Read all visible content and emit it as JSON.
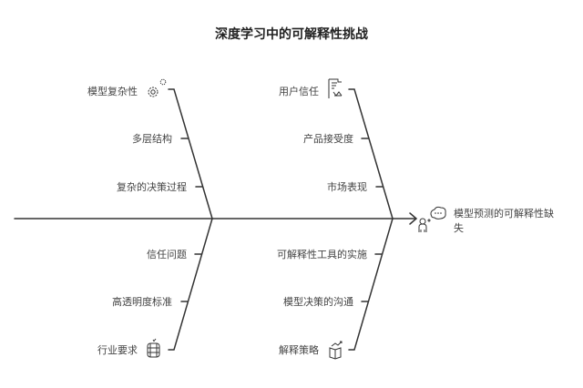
{
  "title": "深度学习中的可解释性挑战",
  "effect": {
    "line1": "模型预测的可解释性缺",
    "line2": "失",
    "icon": "person-thinking-icon"
  },
  "branches": [
    {
      "label": "模型复杂性",
      "icon": "gear-icon",
      "causes": [
        "多层结构",
        "复杂的决策过程"
      ]
    },
    {
      "label": "用户信任",
      "icon": "certificate-icon",
      "causes": [
        "产品接受度",
        "市场表现"
      ]
    },
    {
      "label": "行业要求",
      "icon": "database-icon",
      "causes": [
        "信任问题",
        "高透明度标准"
      ]
    },
    {
      "label": "解释策略",
      "icon": "book-chart-icon",
      "causes": [
        "可解释性工具的实施",
        "模型决策的沟通"
      ]
    }
  ]
}
